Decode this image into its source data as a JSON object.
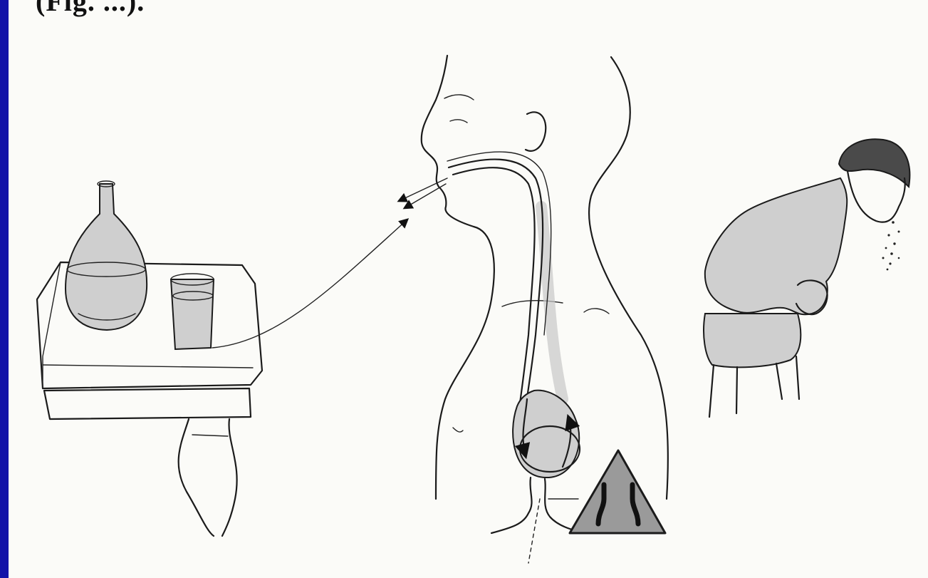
{
  "slide": {
    "cut_title": "(Fig. ...).",
    "frame_color": "#1313a8",
    "paper_color": "#fbfbf8"
  },
  "figure": {
    "panels": [
      "decanter-and-glass-on-table",
      "head-and-torso-section-with-stomach",
      "man-vomiting"
    ],
    "warning_sign": {
      "shape": "triangle",
      "symbol": "road-narrows",
      "color": "#9a9a9a"
    }
  }
}
